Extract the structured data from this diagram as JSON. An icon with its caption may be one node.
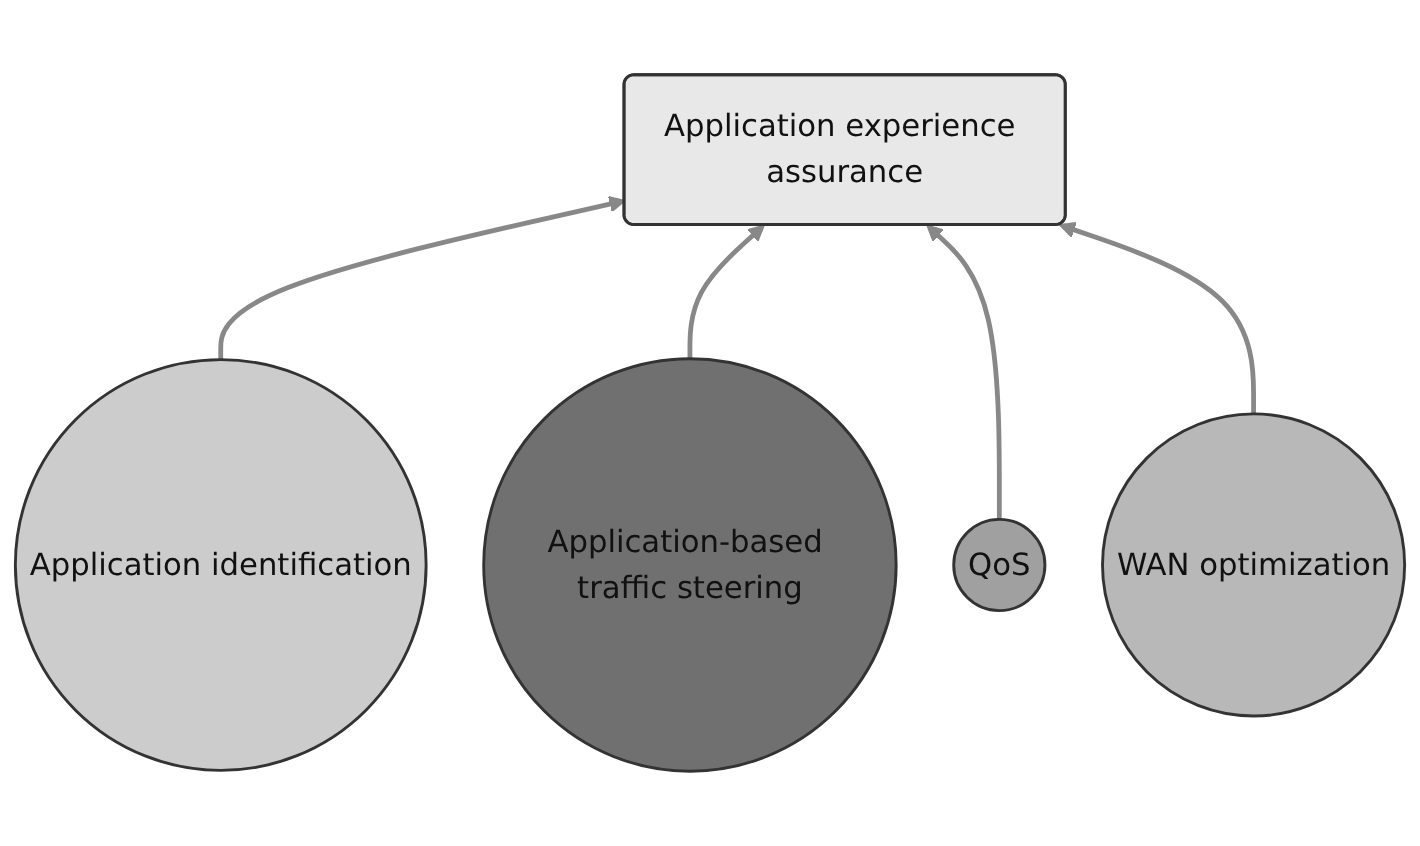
{
  "diagram": {
    "nodes": [
      {
        "text": [
          "Application experience assurance"
        ]
      },
      {
        "text": [
          "Application identification"
        ]
      },
      {
        "text": [
          "Application-based traffic steering"
        ]
      },
      {
        "text": [
          "QoS"
        ]
      },
      {
        "text": [
          "WAN optimization"
        ]
      }
    ],
    "edges": [
      {
        "from": 1,
        "to": 0,
        "arrow": "to"
      },
      {
        "from": 2,
        "to": 0,
        "arrow": "to"
      },
      {
        "from": 3,
        "to": 0,
        "arrow": "to"
      },
      {
        "from": 4,
        "to": 0,
        "arrow": "to"
      }
    ]
  }
}
